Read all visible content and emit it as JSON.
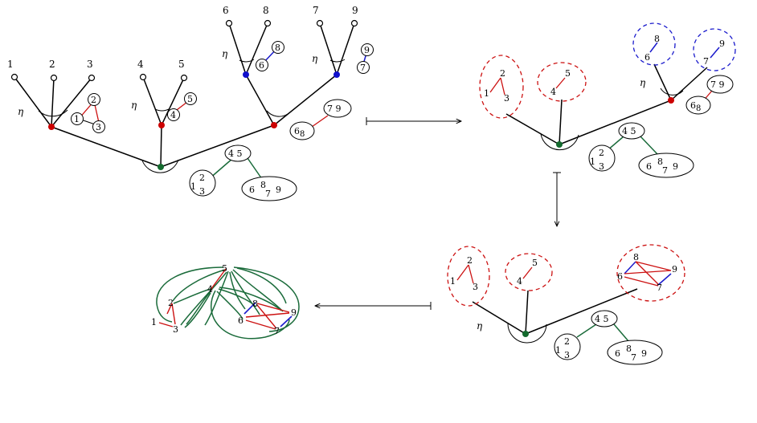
{
  "labels": {
    "eta": "η",
    "n1": "1",
    "n2": "2",
    "n3": "3",
    "n4": "4",
    "n5": "5",
    "n6": "6",
    "n7": "7",
    "n8": "8",
    "n9": "9",
    "m45": "4 5",
    "m68": "6 8",
    "m79": "7 9"
  },
  "colors": {
    "black": "#000000",
    "red": "#cc1111",
    "blue": "#1a1acc",
    "green": "#1a6b3a",
    "red_node": "#cc0000",
    "blue_node": "#1010cc",
    "green_node": "#146b2e"
  }
}
